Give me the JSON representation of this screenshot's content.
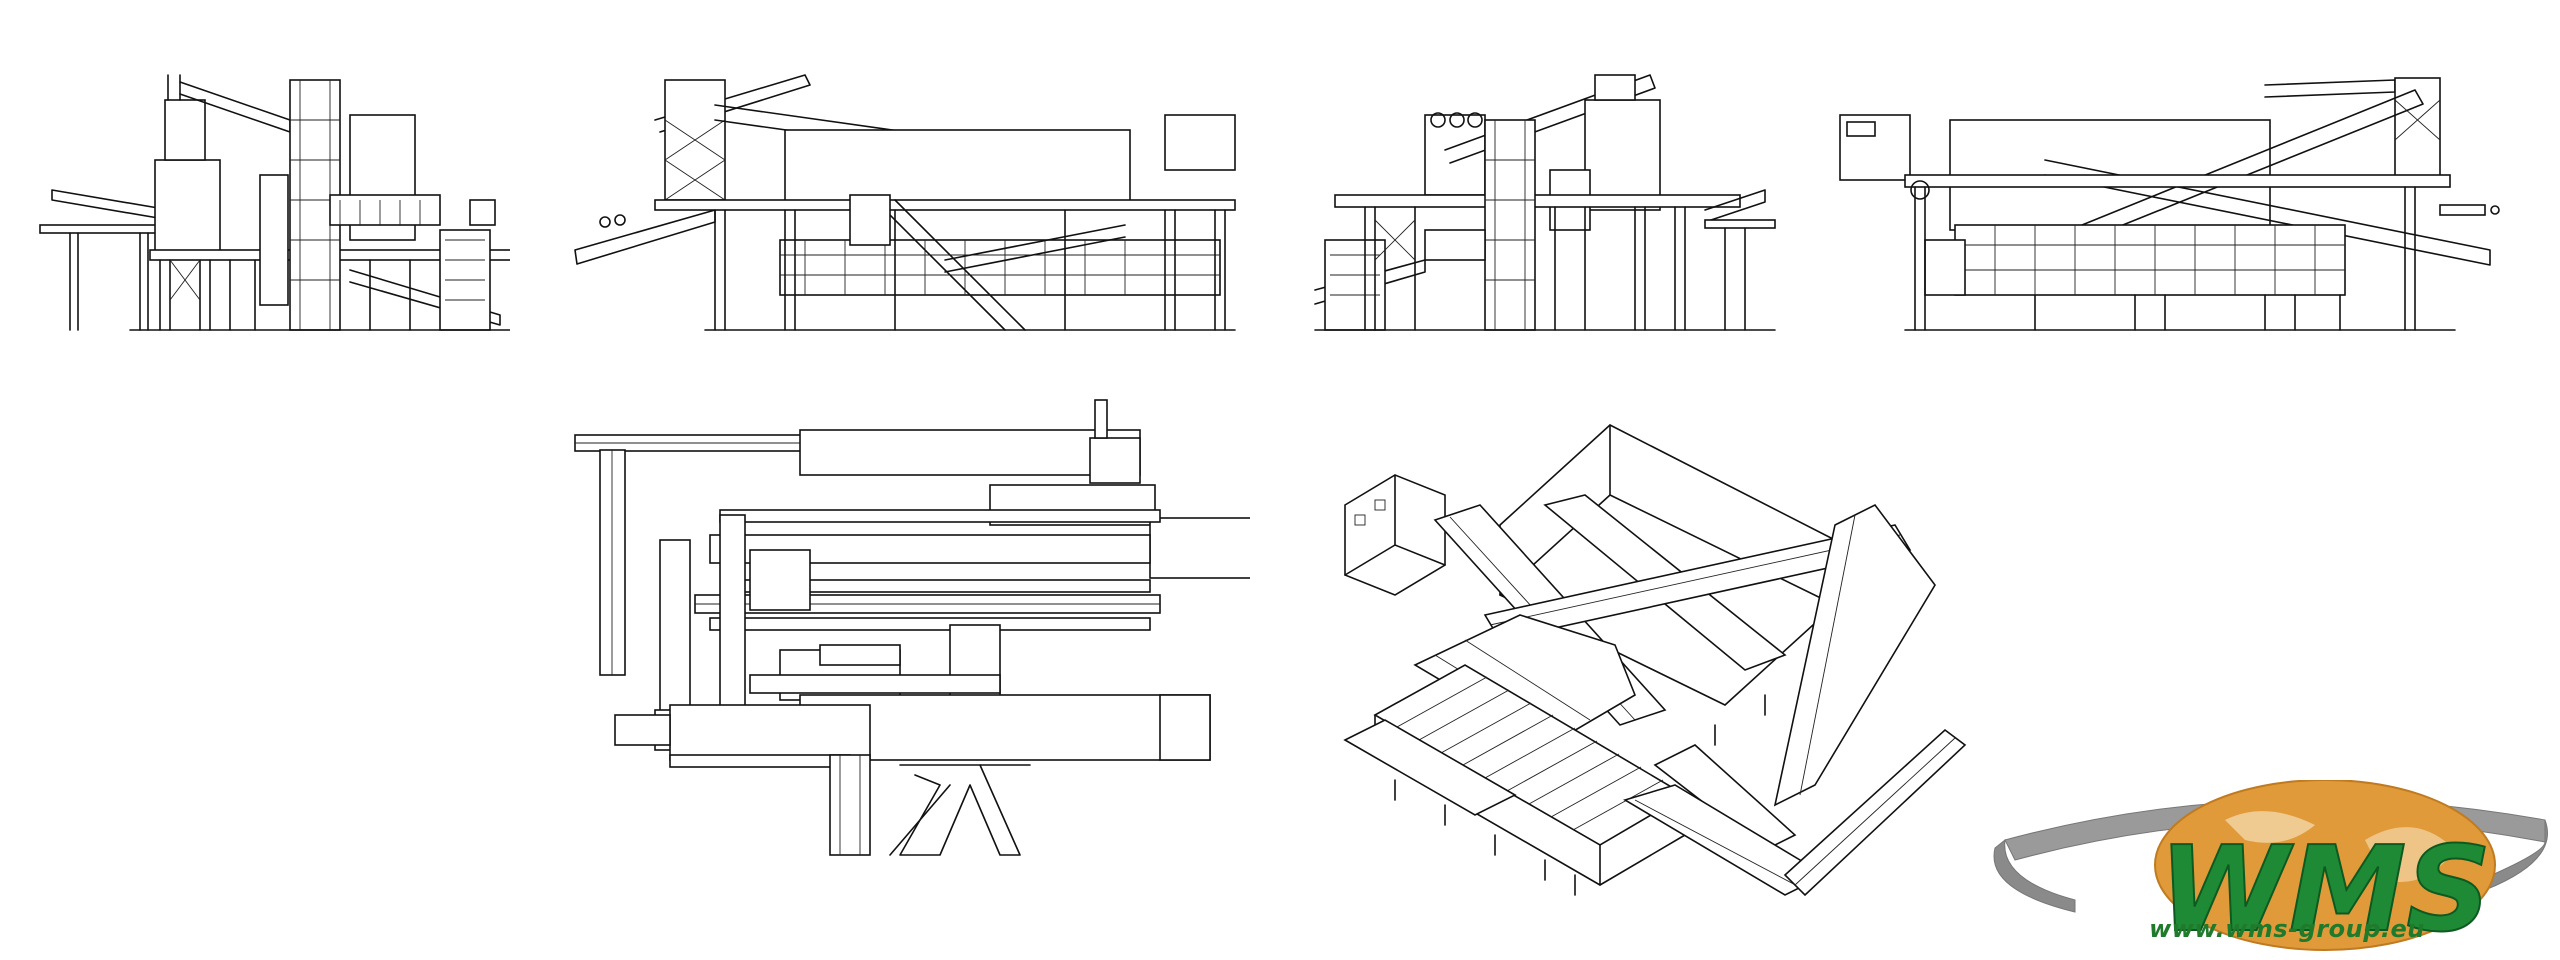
{
  "views": [
    {
      "id": "side-left"
    },
    {
      "id": "front"
    },
    {
      "id": "side-right"
    },
    {
      "id": "rear"
    },
    {
      "id": "top"
    },
    {
      "id": "isometric"
    }
  ],
  "logo": {
    "text": "WMS",
    "url": "www.wms-group.eu",
    "colors": {
      "green": "#1f8a36",
      "globe": "#e09a3a",
      "ring": "#9a9a9a"
    }
  }
}
